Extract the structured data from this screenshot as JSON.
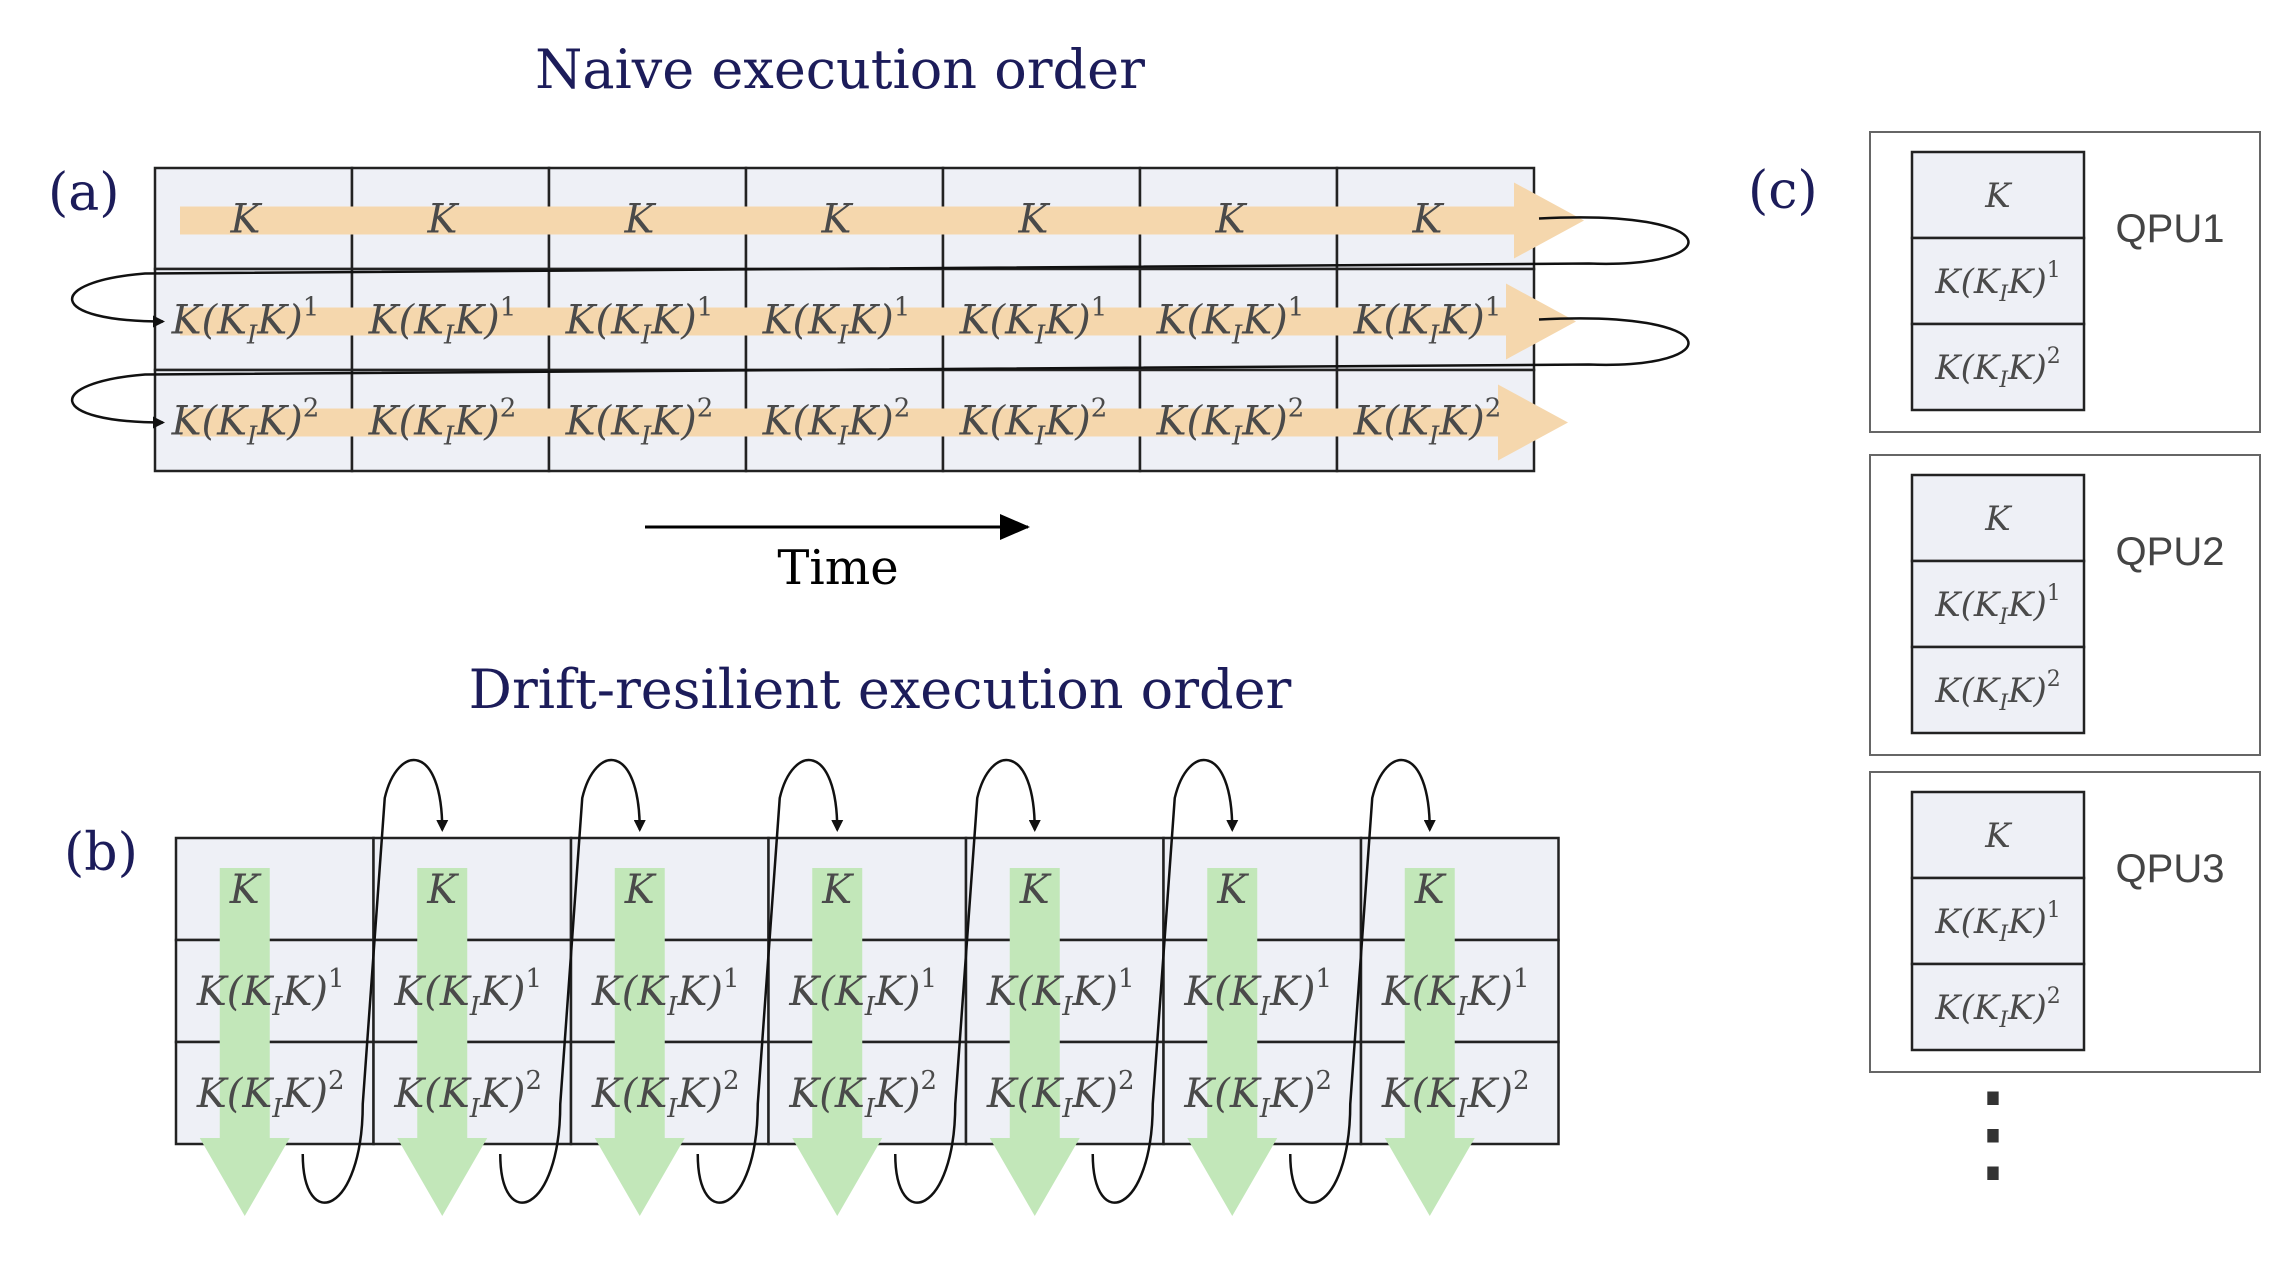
{
  "panel_a": {
    "label": "(a)",
    "title": "Naive execution order",
    "time_label": "Time",
    "rows": [
      {
        "base": "K",
        "power": ""
      },
      {
        "base": "K(K",
        "sub": "I",
        "tail": "K)",
        "power": "1"
      },
      {
        "base": "K(K",
        "sub": "I",
        "tail": "K)",
        "power": "2"
      }
    ],
    "columns": 7
  },
  "panel_b": {
    "label": "(b)",
    "title": "Drift-resilient execution order",
    "rows": [
      {
        "base": "K",
        "power": ""
      },
      {
        "base": "K(K",
        "sub": "I",
        "tail": "K)",
        "power": "1"
      },
      {
        "base": "K(K",
        "sub": "I",
        "tail": "K)",
        "power": "2"
      }
    ],
    "columns": 7
  },
  "panel_c": {
    "label": "(c)",
    "qpus": [
      "QPU1",
      "QPU2",
      "QPU3"
    ],
    "continuation": "⋮"
  },
  "colors": {
    "cell_fill": "#eef0f6",
    "orange_arrow": "#f5d7ad",
    "green_arrow": "#c2e7b9",
    "title": "#1c1c5a"
  }
}
